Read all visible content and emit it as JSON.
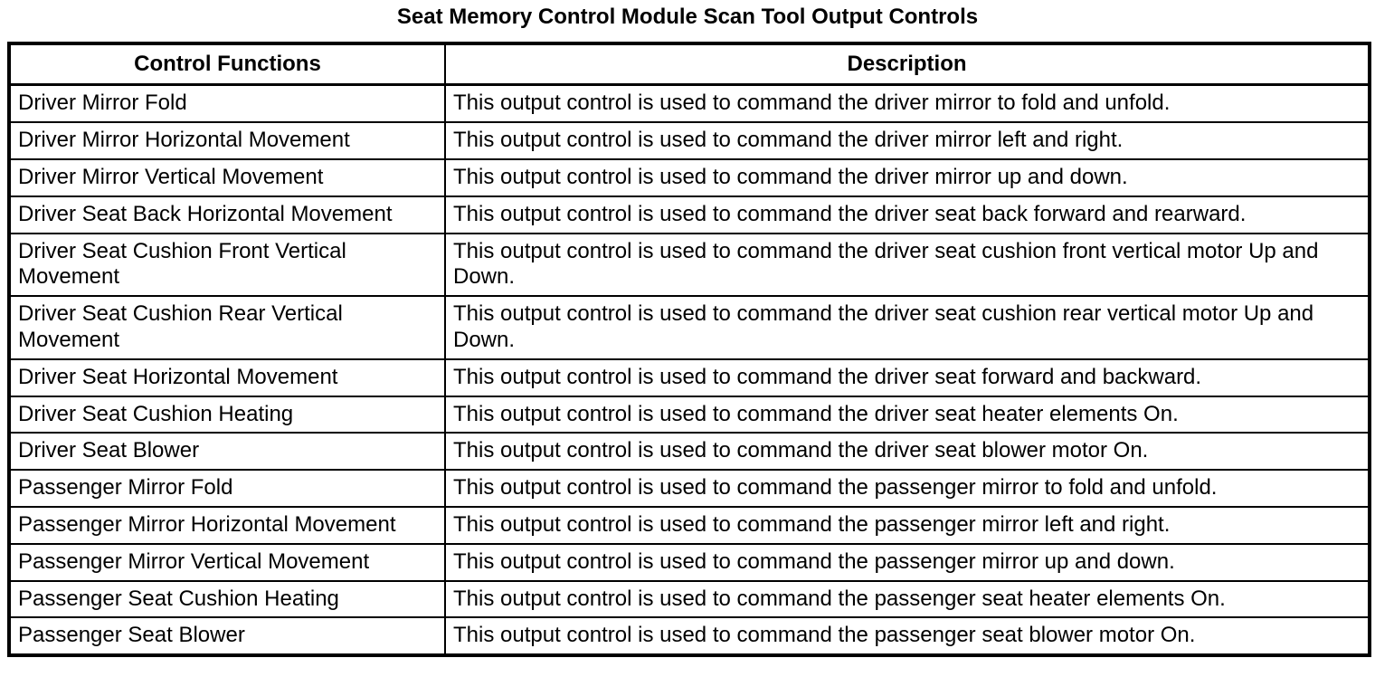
{
  "title": "Seat Memory Control Module Scan Tool Output Controls",
  "colors": {
    "text": "#000000",
    "background": "#ffffff",
    "border": "#000000"
  },
  "table": {
    "headers": {
      "function": "Control Functions",
      "description": "Description"
    },
    "rows": [
      {
        "function": "Driver Mirror Fold",
        "description": "This output control is used to command the driver mirror to fold and unfold."
      },
      {
        "function": "Driver Mirror Horizontal Movement",
        "description": "This output control is used to command the driver mirror left and right."
      },
      {
        "function": "Driver Mirror Vertical Movement",
        "description": "This output control is used to command the driver mirror up and down."
      },
      {
        "function": "Driver Seat Back Horizontal Movement",
        "description": "This output control is used to command the driver seat back forward and rearward."
      },
      {
        "function": "Driver Seat Cushion Front Vertical Movement",
        "description": "This output control is used to command the driver seat cushion front vertical motor Up and Down."
      },
      {
        "function": "Driver Seat Cushion Rear Vertical Movement",
        "description": "This output control is used to command the driver seat cushion rear vertical motor Up and Down."
      },
      {
        "function": "Driver Seat Horizontal Movement",
        "description": "This output control is used to command the driver seat forward and backward."
      },
      {
        "function": "Driver Seat Cushion Heating",
        "description": "This output control is used to command the driver seat heater elements On."
      },
      {
        "function": "Driver Seat Blower",
        "description": "This output control is used to command the driver seat blower motor On."
      },
      {
        "function": "Passenger Mirror Fold",
        "description": "This output control is used to command the passenger mirror to fold and unfold."
      },
      {
        "function": "Passenger Mirror Horizontal Movement",
        "description": "This output control is used to command the passenger mirror left and right."
      },
      {
        "function": "Passenger Mirror Vertical Movement",
        "description": "This output control is used to command the passenger mirror up and down."
      },
      {
        "function": "Passenger Seat Cushion Heating",
        "description": "This output control is used to command the passenger seat heater elements On."
      },
      {
        "function": "Passenger Seat Blower",
        "description": "This output control is used to command the passenger seat blower motor On."
      }
    ]
  }
}
